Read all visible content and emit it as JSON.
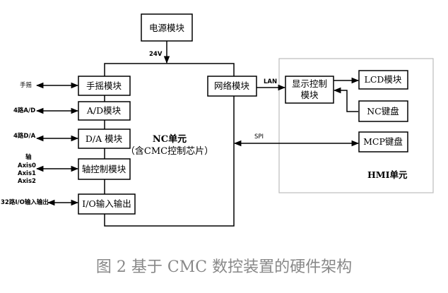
{
  "modules": {
    "power": "电源模块",
    "handwheel": "手摇模块",
    "ad": "A/D模块",
    "da": "D/A 模块",
    "axis": "轴控制模块",
    "io": "I/O输入输出",
    "network": "网络模块",
    "display_line1": "显示控制",
    "display_line2": "模块",
    "lcd": "LCD模块",
    "nc_keyboard": "NC键盘",
    "mcp_keyboard": "MCP键盘"
  },
  "nc_unit": {
    "title": "NC单元",
    "subtitle": "（含CMC控制芯片）"
  },
  "hmi_unit": {
    "title": "HMI单元"
  },
  "labels": {
    "power_24v": "24V",
    "lan": "LAN",
    "spi": "SPI"
  },
  "external": {
    "handwheel": "手摇",
    "ad": "4路A/D",
    "da": "4路D/A",
    "axis_title": "轴",
    "axis0": "Axis0",
    "axis1": "Axis1",
    "axis2": "Axis2",
    "io": "32路I/O输入输出"
  },
  "caption": "图 2 基于 CMC 数控装置的硬件架构"
}
